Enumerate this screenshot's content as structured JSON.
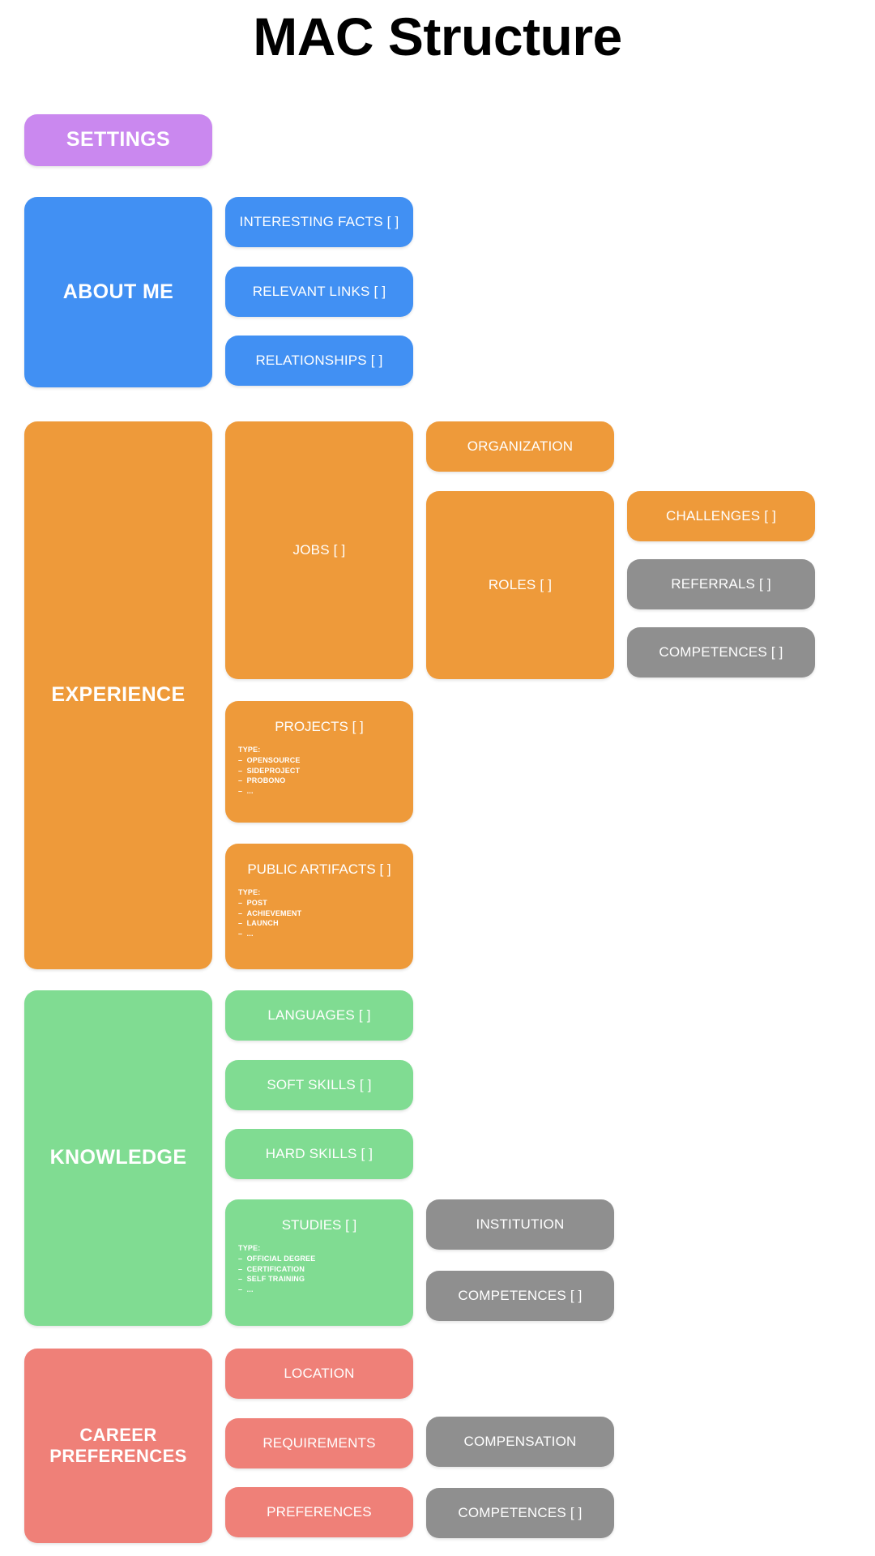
{
  "page": {
    "title": "MAC Structure",
    "background": "#ffffff"
  },
  "colors": {
    "settings_purple": "#ca88ef",
    "about_blue": "#4190f3",
    "experience_orange": "#ee9a3a",
    "knowledge_green": "#80dc92",
    "career_red": "#ef8078",
    "neutral_gray": "#8f8f8f",
    "title_black": "#000000",
    "label_white": "#ffffff"
  },
  "sections": {
    "settings": {
      "label": "SETTINGS"
    },
    "about_me": {
      "label": "ABOUT ME",
      "children": [
        {
          "label": "INTERESTING FACTS [ ]"
        },
        {
          "label": "RELEVANT LINKS [ ]"
        },
        {
          "label": "RELATIONSHIPS [ ]"
        }
      ]
    },
    "experience": {
      "label": "EXPERIENCE",
      "jobs": {
        "label": "JOBS [ ]",
        "organization": {
          "label": "ORGANIZATION"
        },
        "roles": {
          "label": "ROLES [ ]",
          "children": [
            {
              "label": "CHALLENGES [ ]",
              "color": "orange"
            },
            {
              "label": "REFERRALS [ ]",
              "color": "gray"
            },
            {
              "label": "COMPETENCES [ ]",
              "color": "gray"
            }
          ]
        }
      },
      "projects": {
        "label": "PROJECTS [ ]",
        "type_head": "TYPE:",
        "types": [
          "OPENSOURCE",
          "SIDEPROJECT",
          "PROBONO",
          "..."
        ]
      },
      "public_artifacts": {
        "label": "PUBLIC ARTIFACTS [ ]",
        "type_head": "TYPE:",
        "types": [
          "POST",
          "ACHIEVEMENT",
          "LAUNCH",
          "..."
        ]
      }
    },
    "knowledge": {
      "label": "KNOWLEDGE",
      "children": [
        {
          "label": "LANGUAGES [ ]"
        },
        {
          "label": "SOFT SKILLS [ ]"
        },
        {
          "label": "HARD SKILLS [ ]"
        }
      ],
      "studies": {
        "label": "STUDIES [ ]",
        "type_head": "TYPE:",
        "types": [
          "OFFICIAL DEGREE",
          "CERTIFICATION",
          "SELF TRAINING",
          "..."
        ],
        "children": [
          {
            "label": "INSTITUTION",
            "color": "gray"
          },
          {
            "label": "COMPETENCES [ ]",
            "color": "gray"
          }
        ]
      }
    },
    "career_preferences": {
      "label": "CAREER\nPREFERENCES",
      "label_line1": "CAREER",
      "label_line2": "PREFERENCES",
      "children": [
        {
          "label": "LOCATION"
        },
        {
          "label": "REQUIREMENTS"
        },
        {
          "label": "PREFERENCES"
        }
      ],
      "extras": [
        {
          "label": "COMPENSATION",
          "color": "gray"
        },
        {
          "label": "COMPETENCES [ ]",
          "color": "gray"
        }
      ]
    }
  }
}
